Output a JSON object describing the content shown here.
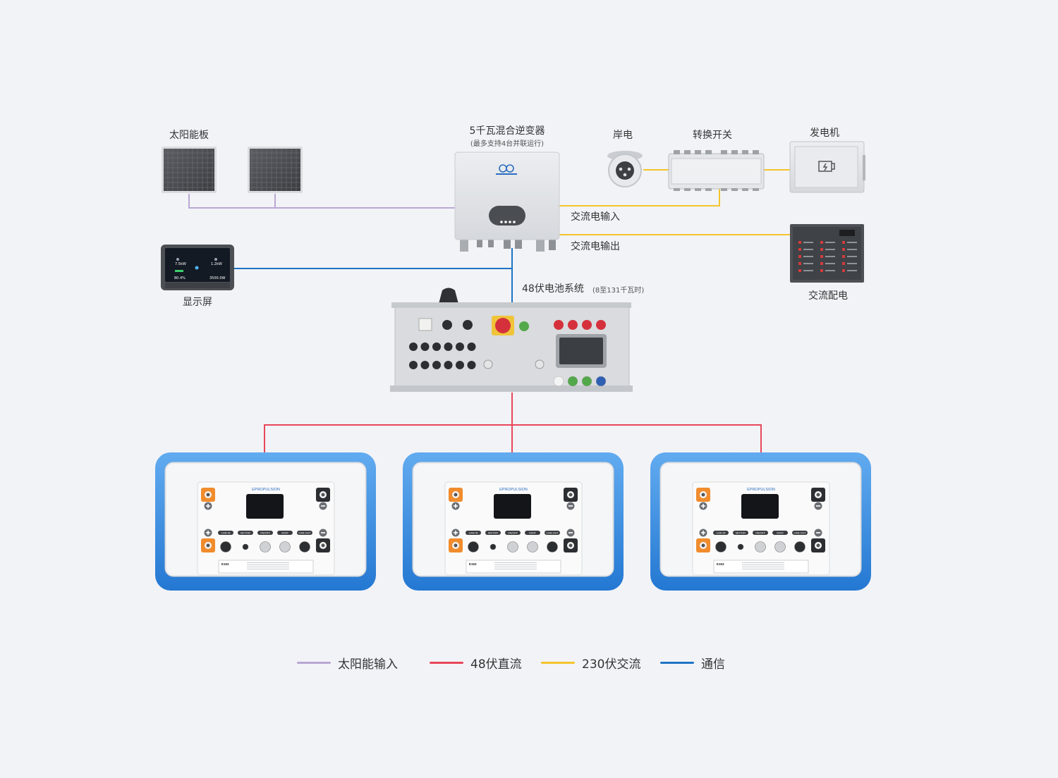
{
  "labels": {
    "solar": "太阳能板",
    "inverter": "5千瓦混合逆变器",
    "inverter_note": "(最多支持4台并联运行)",
    "shore": "岸电",
    "switch": "转换开关",
    "generator": "发电机",
    "ac_in": "交流电输入",
    "ac_out": "交流电输出",
    "display": "显示屏",
    "battery_system": "48伏电池系统",
    "battery_note": "(8至131千瓦时)",
    "ac_dist": "交流配电"
  },
  "display_screen": {
    "left_value": "7.5kW",
    "right_value": "1.2kW",
    "soc": "80.4%",
    "energy": "3500.0W"
  },
  "battery_module": {
    "brand": "EPROPULSION",
    "model": "E163",
    "ports": [
      "CAN-IN",
      "MOTOR",
      "ON/OFF",
      "VENT",
      "CAN-OUT"
    ]
  },
  "battery_count": 3,
  "legend": [
    {
      "label": "太阳能输入",
      "color": "#b9a7d3"
    },
    {
      "label": "48伏直流",
      "color": "#e8475a"
    },
    {
      "label": "230伏交流",
      "color": "#f3c42d"
    },
    {
      "label": "通信",
      "color": "#1f74c4"
    }
  ],
  "colors": {
    "solar": "#b9a7d3",
    "dc48": "#e8475a",
    "ac230": "#f3c42d",
    "comm": "#1f74c4",
    "battery_frame": "#3a8de0"
  }
}
